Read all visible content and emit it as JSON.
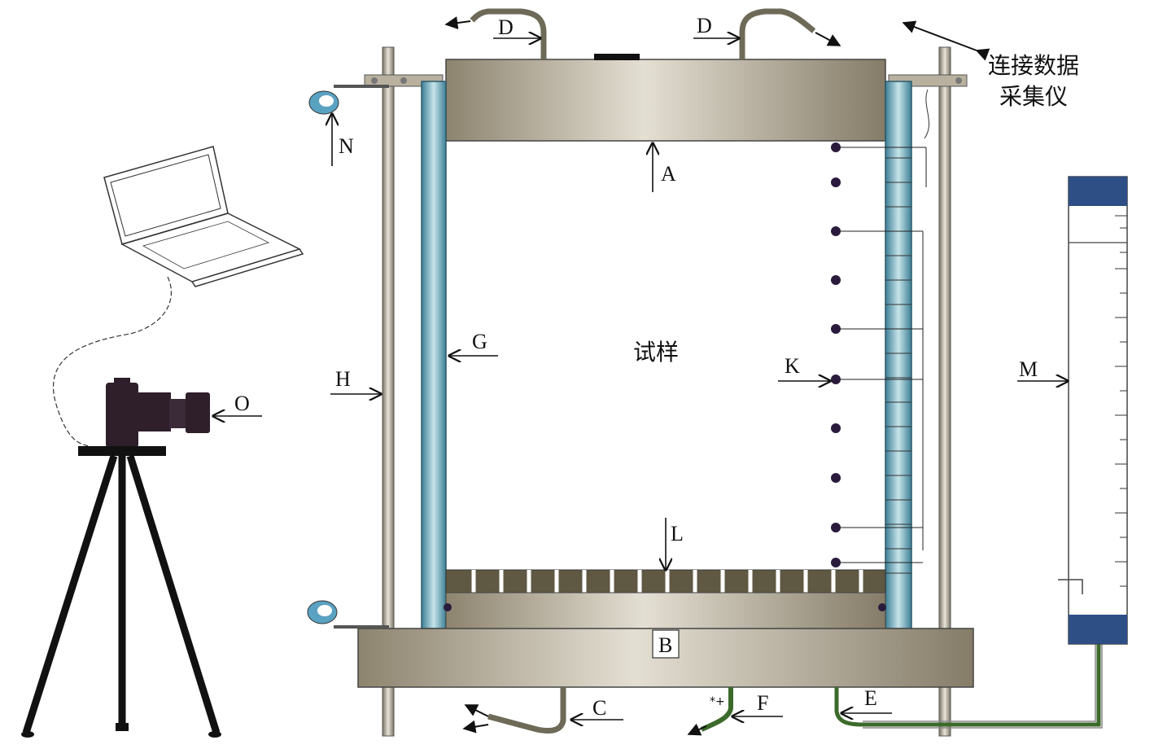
{
  "diagram": {
    "labels": {
      "A": "A",
      "B": "B",
      "C": "C",
      "D1": "D",
      "D2": "D",
      "E": "E",
      "F": "F",
      "G": "G",
      "H": "H",
      "K": "K",
      "L": "L",
      "M": "M",
      "N": "N",
      "O": "O"
    },
    "sample_label": "试样",
    "data_logger_line1": "连接数据",
    "data_logger_line2": "采集仪"
  },
  "colors": {
    "plate_body": "#a49a87",
    "plate_highlight": "#e4dfd3",
    "column_blue": "#3d7f95",
    "column_light": "#c7e4ea",
    "rod": "#9c9584",
    "gauge_cap": "#2e4f86",
    "sensor_dot": "#2a1b3d",
    "tripod": "#111111",
    "camera": "#2e1f2b"
  }
}
